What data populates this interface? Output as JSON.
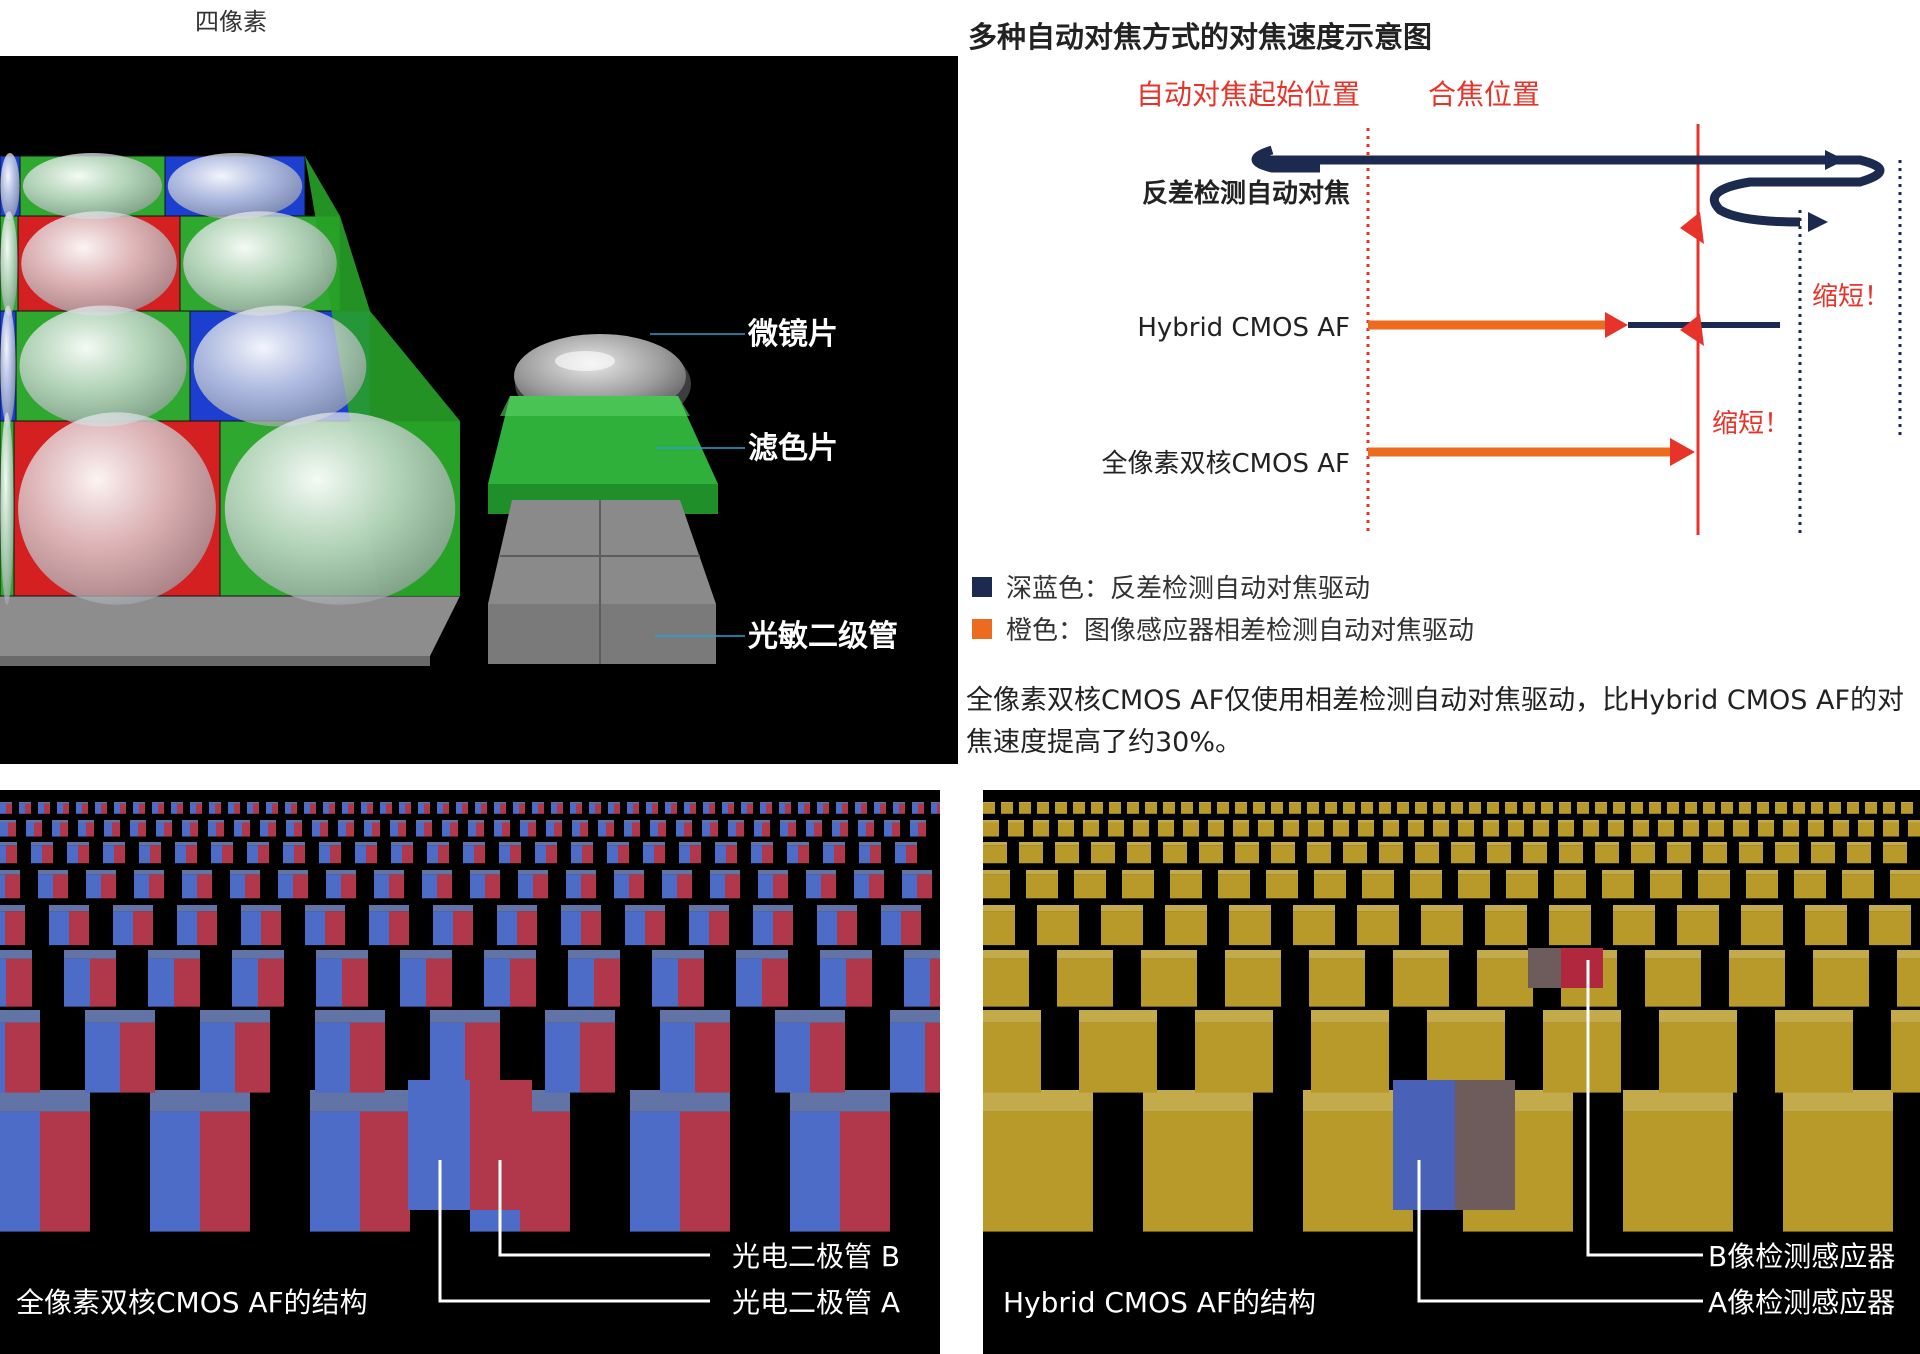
{
  "top_left": {
    "caption": "四像素",
    "labels": {
      "microlens": "微镜片",
      "color_filter": "滤色片",
      "photodiode": "光敏二级管"
    }
  },
  "diagram": {
    "title": "多种自动对焦方式的对焦速度示意图",
    "marker_start": "自动对焦起始位置",
    "marker_focus": "合焦位置",
    "rows": [
      {
        "label": "反差检测自动对焦"
      },
      {
        "label": "Hybrid CMOS AF",
        "annotation": "缩短！"
      },
      {
        "label": "全像素双核CMOS AF",
        "annotation": "缩短！"
      }
    ],
    "legend": [
      {
        "color": "#1b2a4e",
        "text": "深蓝色：反差检测自动对焦驱动"
      },
      {
        "color": "#ec6b1e",
        "text": "橙色：图像感应器相差检测自动对焦驱动"
      }
    ],
    "note": "全像素双核CMOS AF仅使用相差检测自动对焦驱动，比Hybrid CMOS AF的对焦速度提高了约30%。",
    "colors": {
      "marker": "#e8332a",
      "navy": "#1b2a4e",
      "orange": "#ec6b1e"
    }
  },
  "bottom_left": {
    "caption": "全像素双核CMOS AF的结构",
    "label_b": "光电二极管 B",
    "label_a": "光电二极管 A"
  },
  "bottom_right": {
    "caption": "Hybrid CMOS AF的结构",
    "label_b": "B像检测感应器",
    "label_a": "A像检测感应器"
  }
}
